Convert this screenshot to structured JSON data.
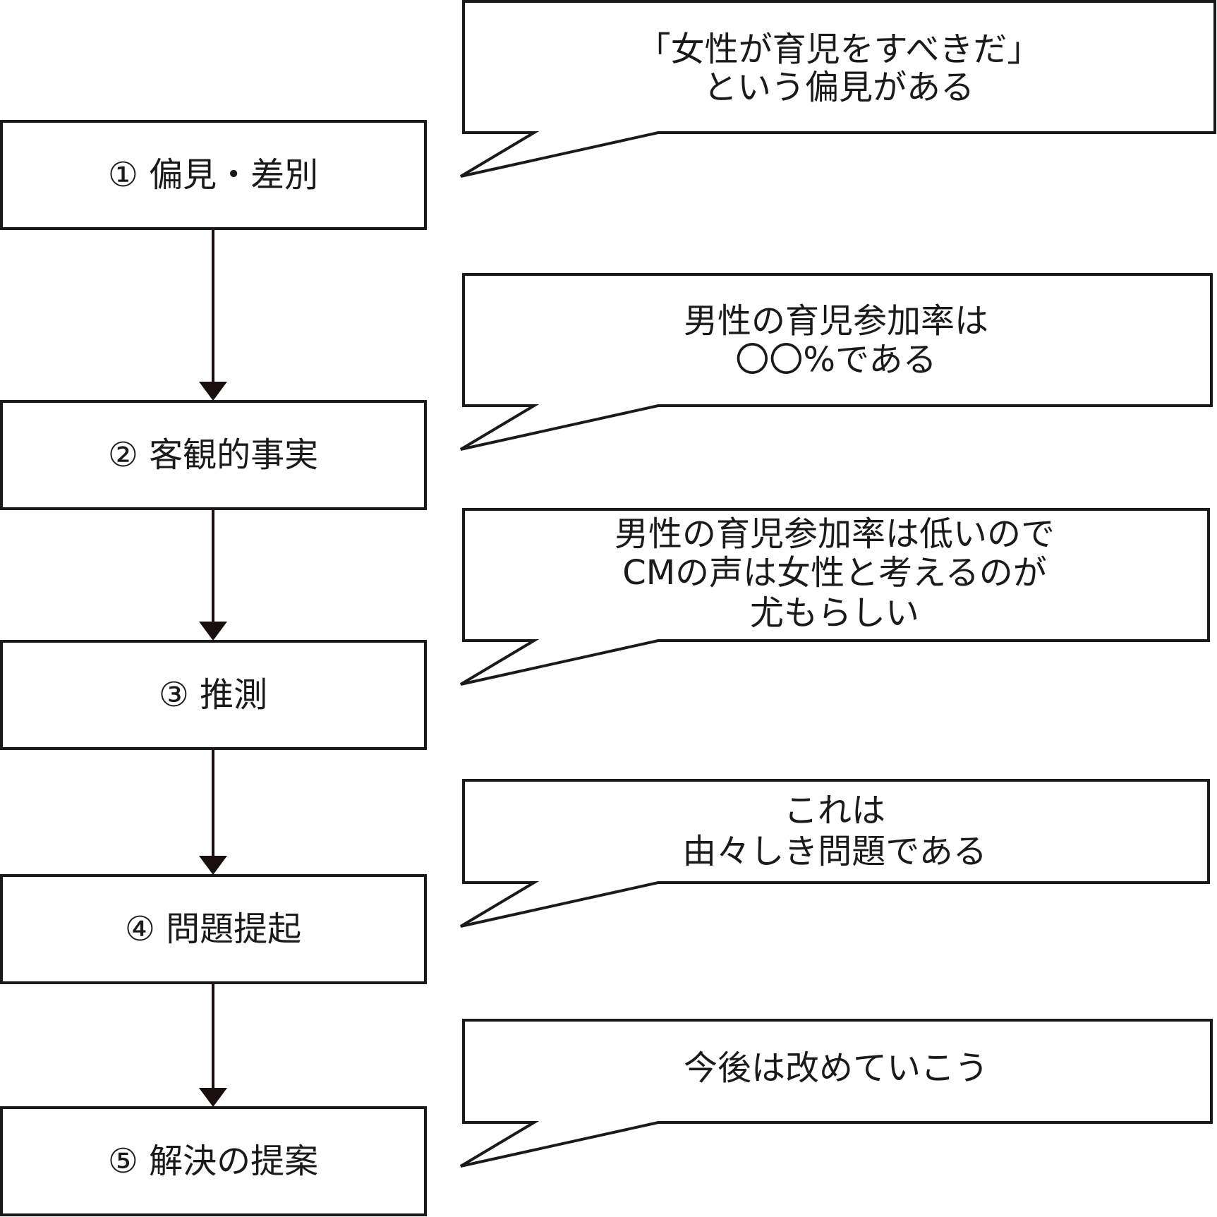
{
  "steps": [
    {
      "label": "① 偏見・差別"
    },
    {
      "label": "② 客観的事実"
    },
    {
      "label": "③ 推測"
    },
    {
      "label": "④ 問題提起"
    },
    {
      "label": "⑤ 解決の提案"
    }
  ],
  "callouts": [
    {
      "lines": [
        "「女性が育児をすべきだ」",
        "という偏見がある"
      ]
    },
    {
      "lines": [
        "男性の育児参加率は",
        "〇〇%である"
      ]
    },
    {
      "lines": [
        "男性の育児参加率は低いので",
        "CMの声は女性と考えるのが",
        "尤もらしい"
      ]
    },
    {
      "lines": [
        "これは",
        "由々しき問題である"
      ]
    },
    {
      "lines": [
        "今後は改めていこう"
      ]
    }
  ],
  "colors": {
    "stroke": "#1a1a1a",
    "arrow": "#1a0f0f",
    "background": "#ffffff"
  }
}
